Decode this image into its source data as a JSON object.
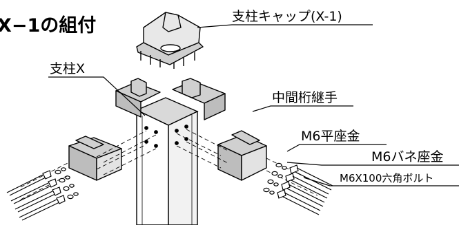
{
  "title": "X−1の組付",
  "labels": {
    "cap": "支柱キャップ(X-1)",
    "post": "支柱X",
    "joint": "中間桁継手",
    "washer_flat": "M6平座金",
    "washer_spring": "M6バネ座金",
    "bolt": "M6X100六角ボルト"
  }
}
